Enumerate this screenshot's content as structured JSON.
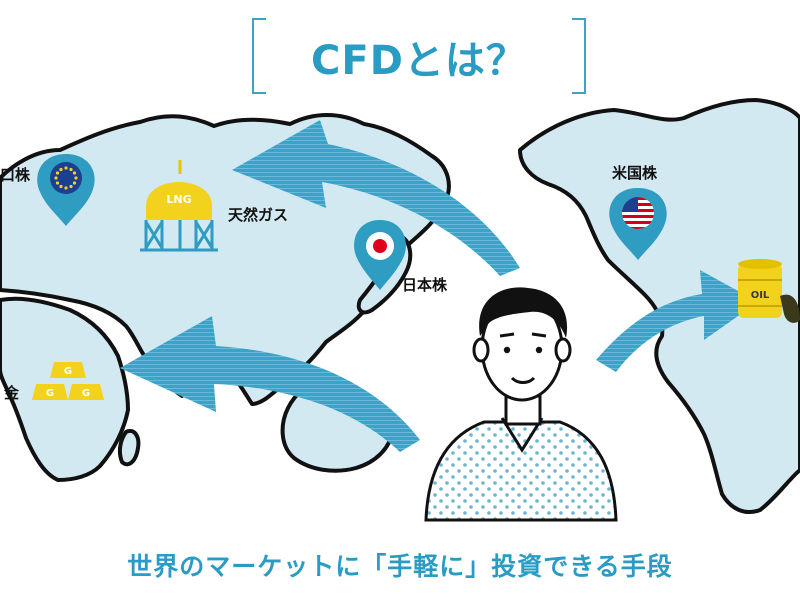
{
  "title": "CFDとは？",
  "labels": {
    "europe": "口株",
    "lng": "天然ガス",
    "japan": "日本株",
    "gold": "金",
    "us": "米国株"
  },
  "icon_text": {
    "lng_tank": "LNG",
    "gold_bar": "G",
    "oil_drum": "OIL"
  },
  "subtitle": "世界のマーケットに「手軽に」投資できる手段",
  "colors": {
    "accent": "#2a9cc4",
    "map_fill": "#d3e9f2",
    "pin": "#2f9cc2",
    "gold": "#f2d21c",
    "outline": "#111111"
  }
}
